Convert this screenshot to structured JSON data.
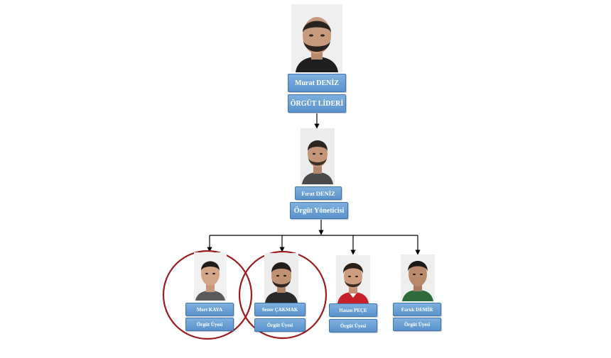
{
  "leader": {
    "name": "Murat DENİZ",
    "role": "ÖRGÜT LİDERİ"
  },
  "manager": {
    "name": "Fırat DENİZ",
    "role": "Örgüt Yöneticisi"
  },
  "members": [
    {
      "name": "Mert KAYA",
      "role": "Örgüt Üyesi",
      "highlighted": true
    },
    {
      "name": "Sezer ÇAKMAK",
      "role": "Örgüt Üyesi",
      "highlighted": true
    },
    {
      "name": "Hasan PEÇE",
      "role": "Örgüt Üyesi",
      "highlighted": false
    },
    {
      "name": "Faruk DEMİR",
      "role": "Örgüt Üyesi",
      "highlighted": false
    }
  ],
  "colors": {
    "box": "#5a92cc",
    "box_border": "#3f76b3",
    "circle": "#9b1c20",
    "line": "#000000"
  }
}
